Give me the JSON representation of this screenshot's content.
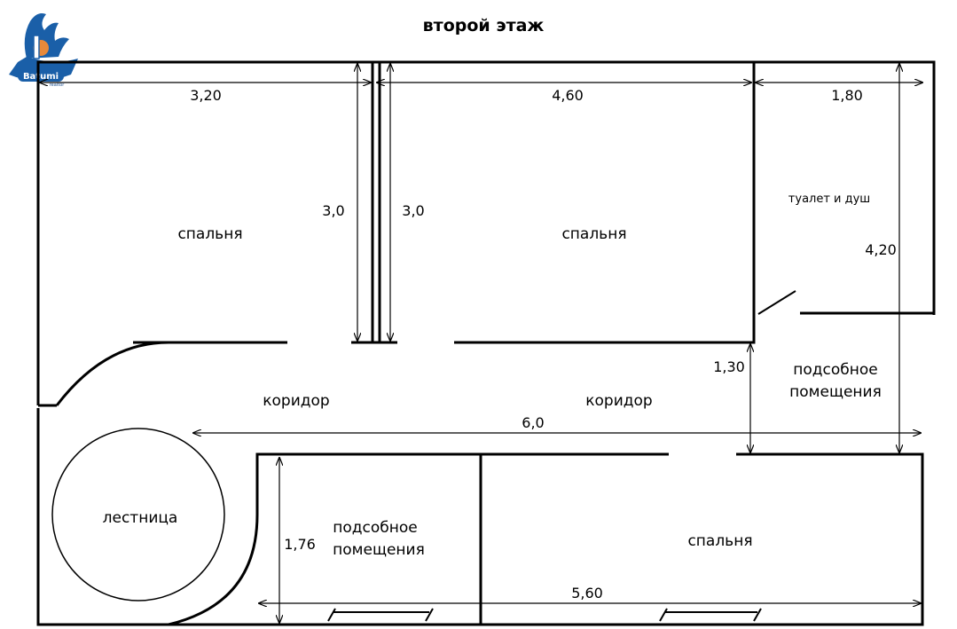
{
  "title": "второй этаж",
  "logo": {
    "name": "Batumi",
    "subtitle": "realtor",
    "colors": {
      "primary": "#1a5fa8",
      "accent": "#e8893a"
    }
  },
  "rooms": {
    "bedroom_left": "спальня",
    "bedroom_center": "спальня",
    "toilet_shower": "туалет и душ",
    "utility_right": [
      "подсобное",
      "помещения"
    ],
    "corridor_left": "коридор",
    "corridor_right": "коридор",
    "stairs": "лестница",
    "utility_bottom": [
      "подсобное",
      "помещения"
    ],
    "bedroom_bottom": "спальня"
  },
  "dimensions": {
    "bedroom_left_width": "3,20",
    "bedroom_center_width": "4,60",
    "toilet_width": "1,80",
    "bedroom_left_depth": "3,0",
    "bedroom_center_depth": "3,0",
    "right_side_depth": "4,20",
    "corridor_right_depth": "1,30",
    "corridor_length": "6,0",
    "utility_bottom_depth": "1,76",
    "bottom_length": "5,60"
  }
}
